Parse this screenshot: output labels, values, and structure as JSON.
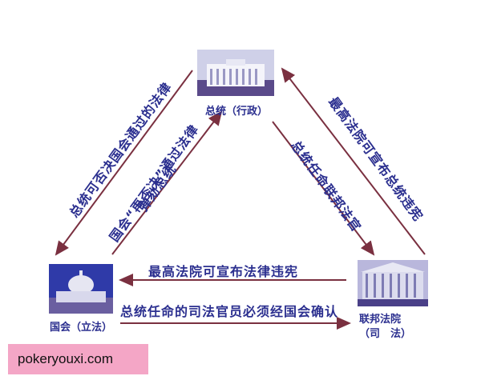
{
  "nodes": {
    "president": {
      "label": "总统（行政）"
    },
    "congress": {
      "label": "国会（立法）"
    },
    "court": {
      "label1": "联邦法院",
      "label2": "（司　法）"
    }
  },
  "edges": {
    "president_veto_laws": "总统可否决国会通过的法律",
    "congress_override": "国会“再否决”通过法律",
    "congress_impeach": "弹劾总统",
    "court_unconstitutional_president": "最高法院可宣布总统违宪",
    "president_appoints_judges": "总统任命联邦法官",
    "court_unconstitutional_law": "最高法院可宣布法律违宪",
    "congress_confirm_judges": "总统任命的司法官员必须经国会确认"
  },
  "watermark": "pokeryouxi.com",
  "colors": {
    "arrow": "#7a3040",
    "text": "#2b2f8f",
    "watermark_bg": "#f4a6c6"
  }
}
